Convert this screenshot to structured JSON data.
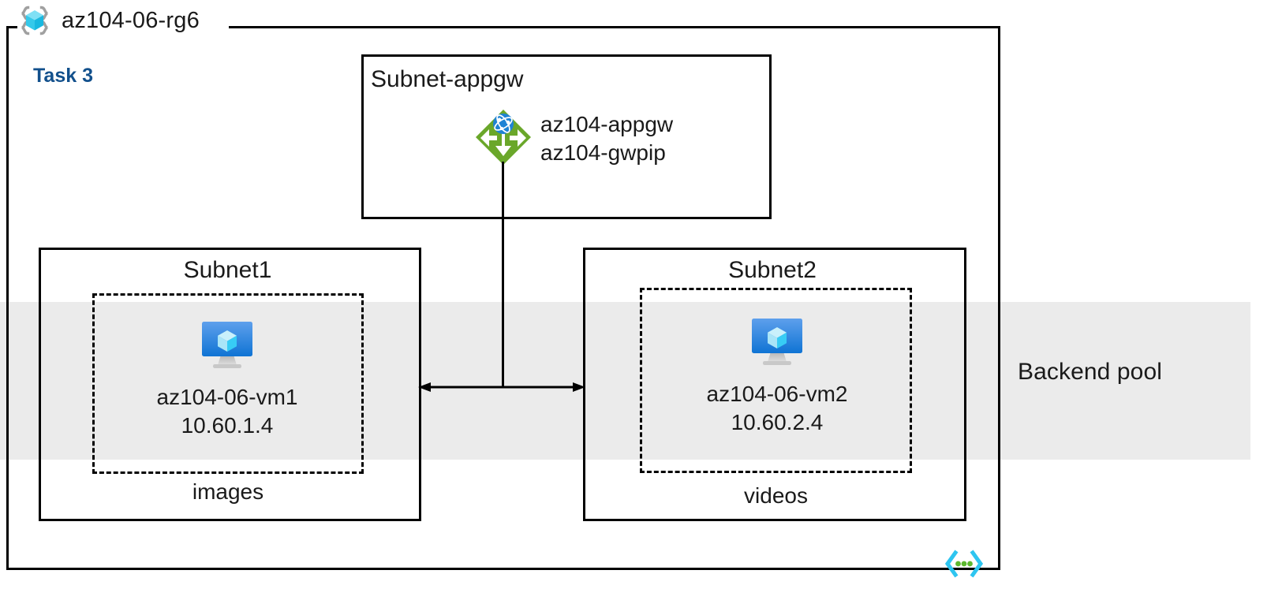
{
  "diagram": {
    "resource_group": {
      "name": "az104-06-rg6",
      "icon": "resource-group-icon"
    },
    "task_label": "Task 3",
    "accent_color": "#12508c",
    "pool": {
      "label": "Backend pool",
      "band_color": "#ebebeb"
    },
    "subnets": [
      {
        "id": "appgw",
        "title": "Subnet-appgw",
        "node": {
          "icon": "application-gateway-icon",
          "lines": [
            "az104-appgw",
            "az104-gwpip"
          ]
        }
      },
      {
        "id": "subnet1",
        "title": "Subnet1",
        "caption": "images",
        "vm": {
          "icon": "virtual-machine-icon",
          "name": "az104-06-vm1",
          "ip": "10.60.1.4"
        }
      },
      {
        "id": "subnet2",
        "title": "Subnet2",
        "caption": "videos",
        "vm": {
          "icon": "virtual-machine-icon",
          "name": "az104-06-vm2",
          "ip": "10.60.2.4"
        }
      }
    ],
    "footer_icon": "azure-template-code-icon"
  }
}
